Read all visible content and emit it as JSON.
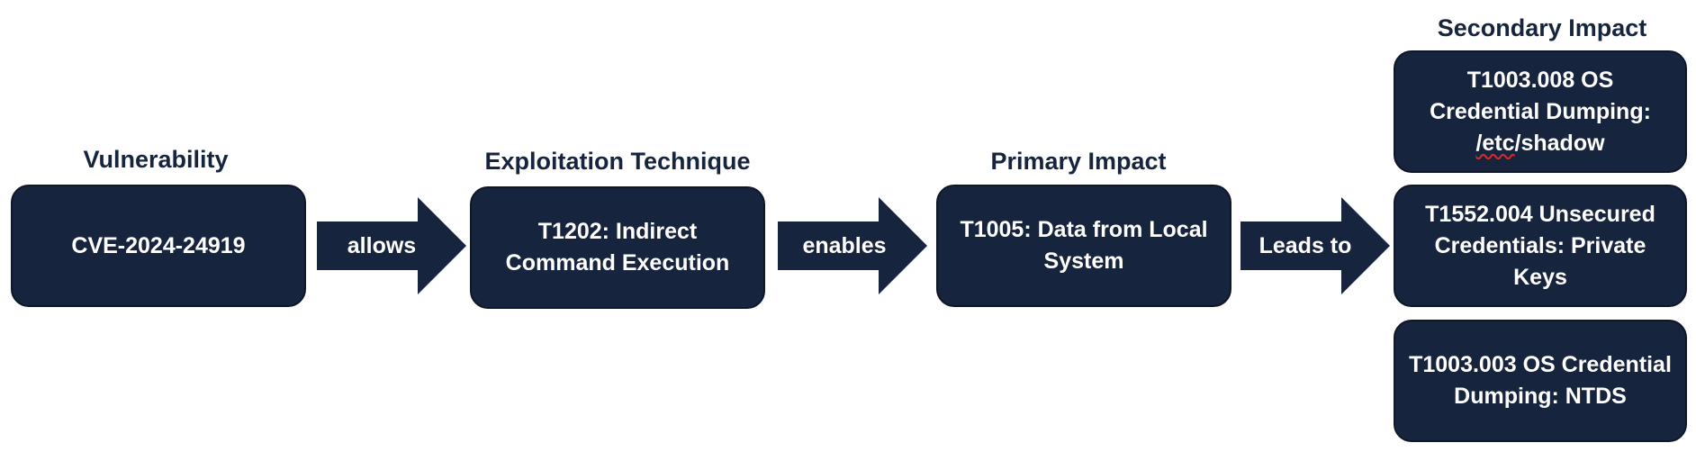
{
  "diagram": {
    "headings": {
      "vulnerability": "Vulnerability",
      "exploitation": "Exploitation Technique",
      "primary": "Primary Impact",
      "secondary": "Secondary Impact"
    },
    "nodes": {
      "vulnerability": "CVE-2024-24919",
      "exploitation": "T1202: Indirect Command Execution",
      "primary": "T1005: Data from Local System",
      "secondary_1_line1": "T1003.008 OS",
      "secondary_1_line2": "Credential Dumping:",
      "secondary_1_etc": "/etc",
      "secondary_1_rest": "/shadow",
      "secondary_2": "T1552.004 Unsecured Credentials: Private Keys",
      "secondary_3": "T1003.003 OS Credential Dumping: NTDS"
    },
    "edges": {
      "allows": "allows",
      "enables": "enables",
      "leads_to": "Leads to"
    },
    "colors": {
      "node_fill": "#17243d",
      "node_text": "#ffffff",
      "heading_text": "#17243d"
    }
  }
}
